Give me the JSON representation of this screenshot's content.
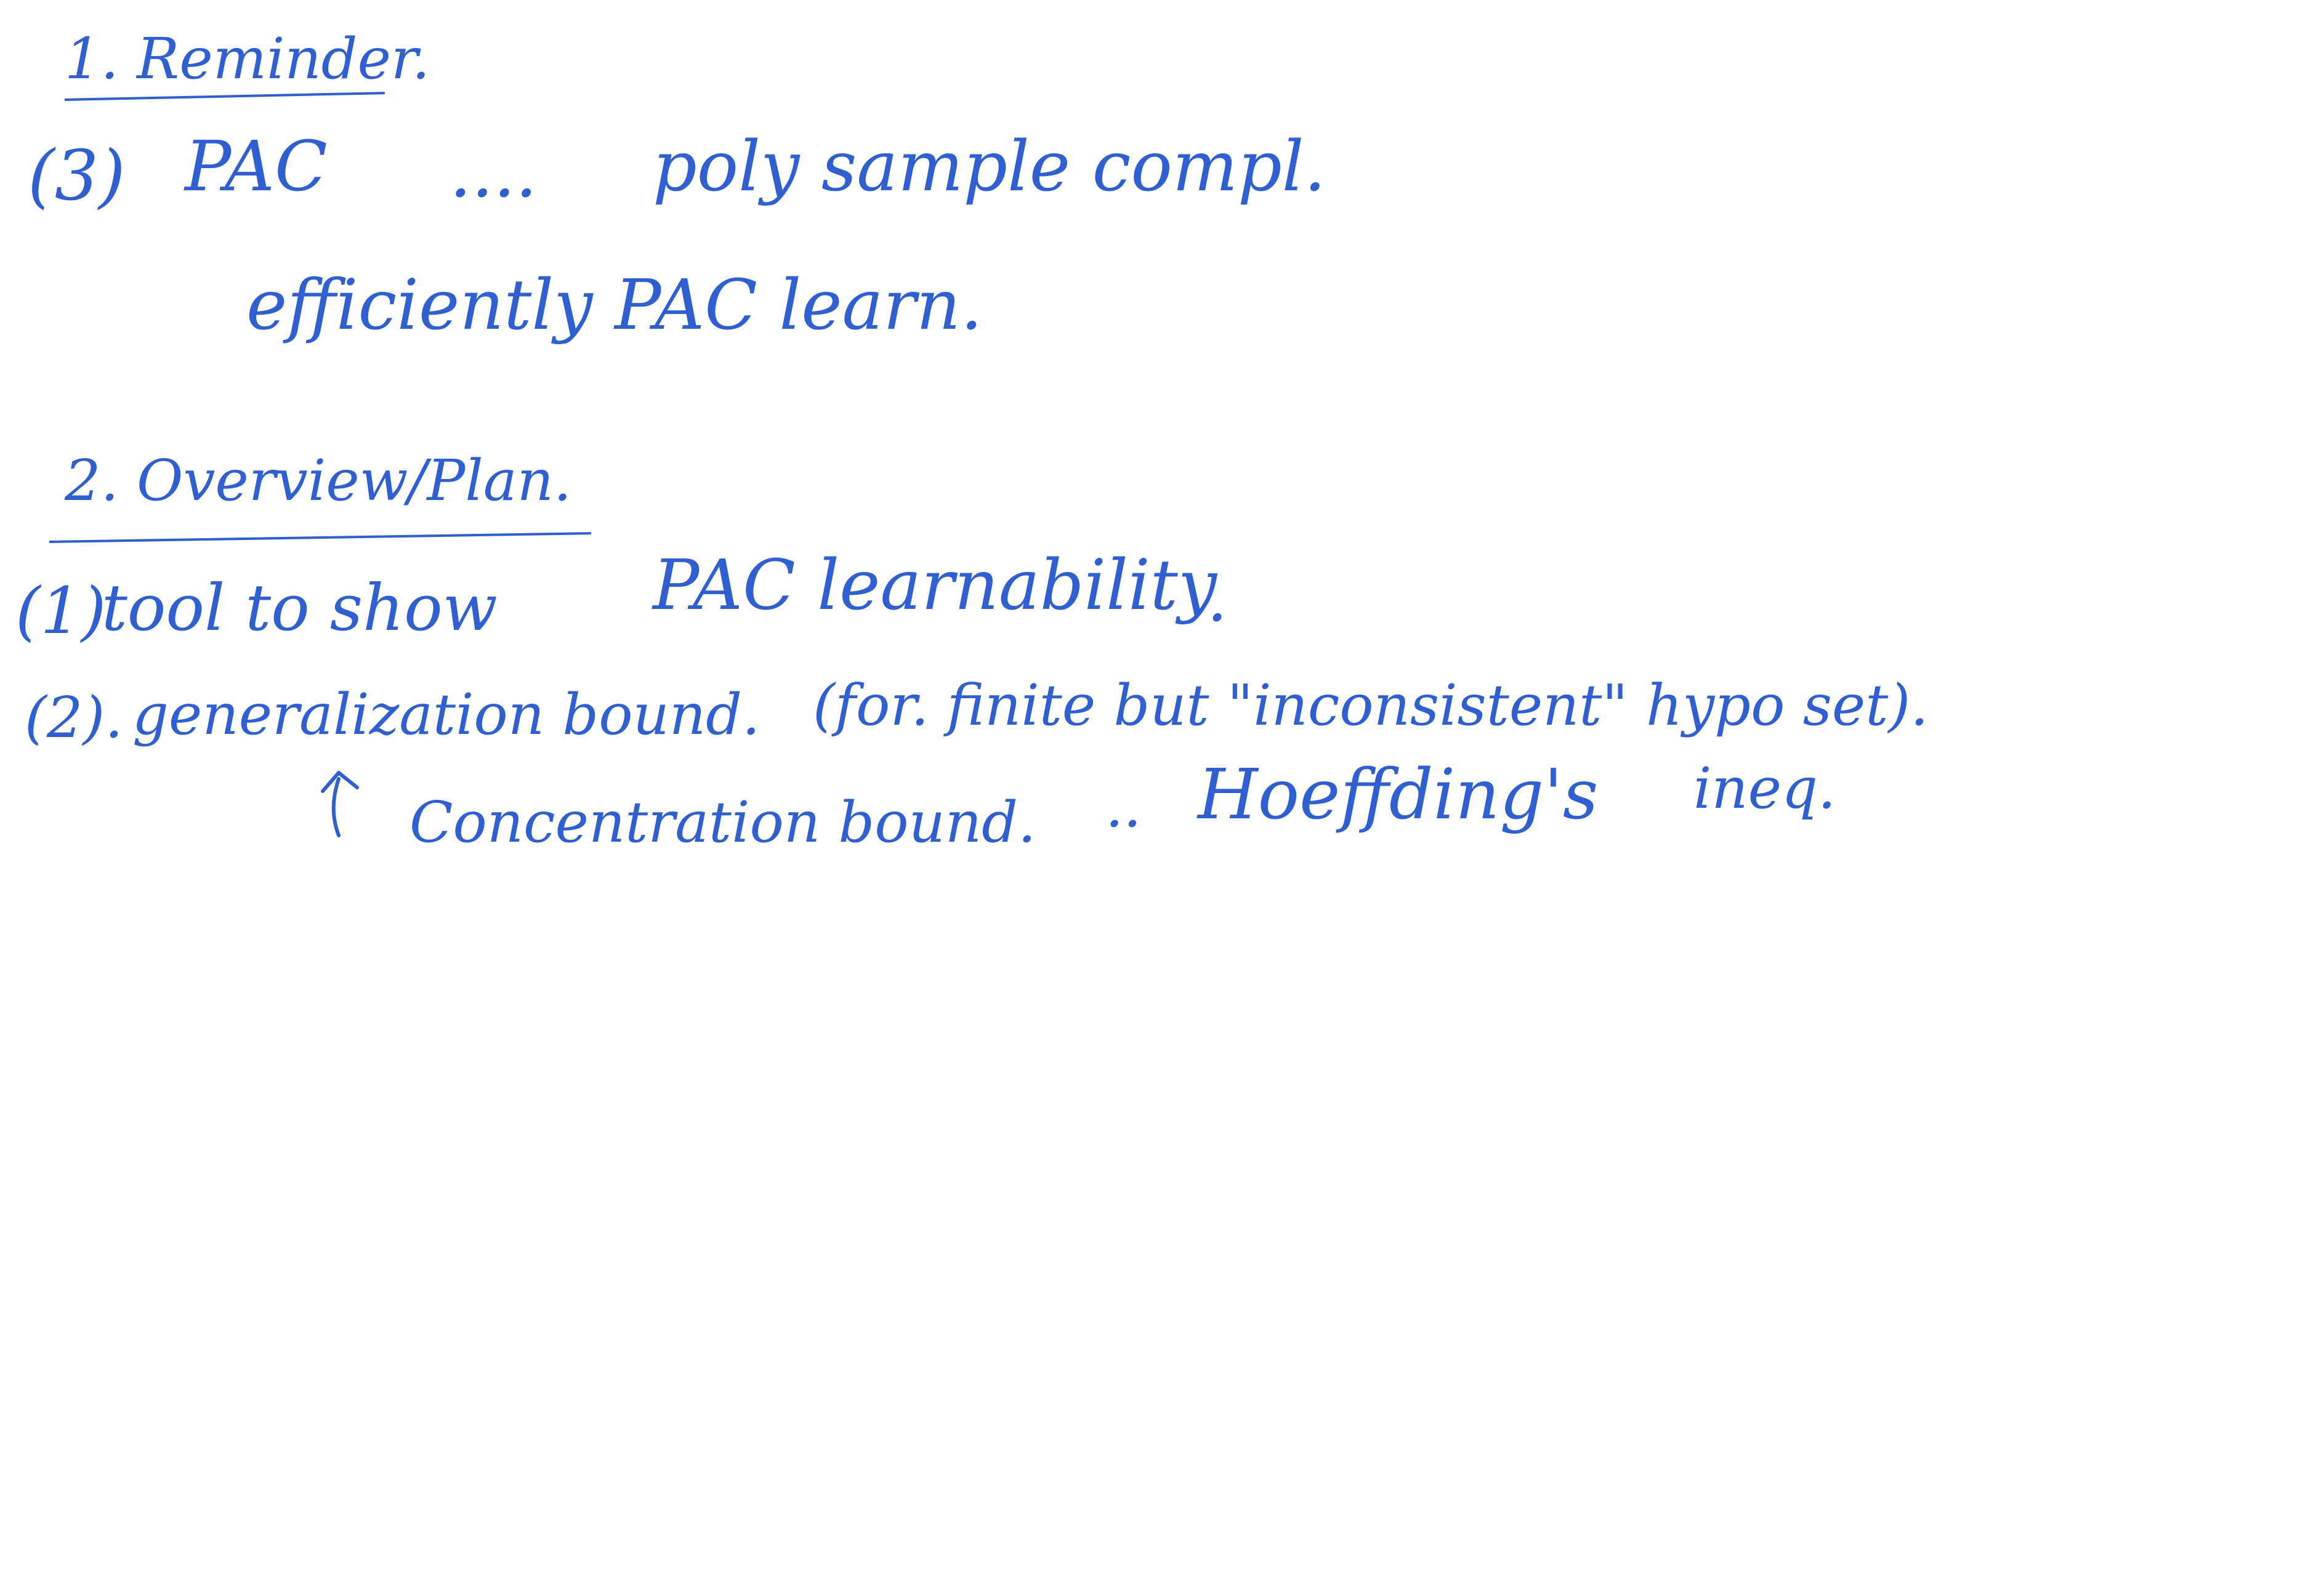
{
  "notes": {
    "section1": {
      "heading": "1. Reminder.",
      "line3": {
        "number": "(3)",
        "term": "PAC",
        "dots": "....",
        "text": "poly sample compl."
      },
      "line_eff": "efficiently PAC learn."
    },
    "section2": {
      "heading": "2. Overview/Plan.",
      "item1": {
        "number": "(1)",
        "text": "tool to show",
        "term": "PAC learnability",
        "dot": "."
      },
      "item2": {
        "number": "(2).",
        "text": "generalization bound.",
        "paren": "(for. finite but \"inconsistent\" hypo set)."
      },
      "item2b": {
        "text": "Concentration bound.",
        "dots": "..",
        "term": "Hoeffding's",
        "tail": "ineq."
      }
    }
  },
  "colors": {
    "ink": "#2f5fd0",
    "background": "#ffffff"
  }
}
